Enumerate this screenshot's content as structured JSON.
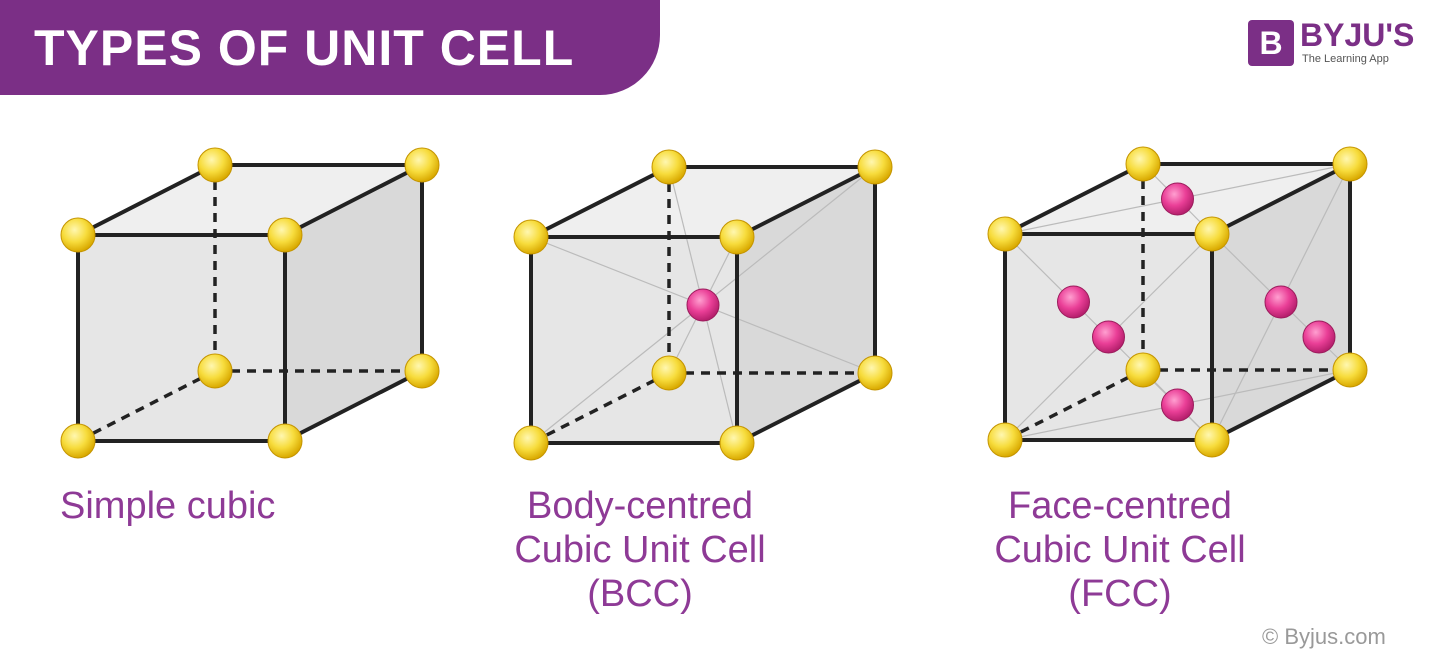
{
  "header": {
    "title": "TYPES OF UNIT CELL"
  },
  "logo": {
    "letter": "B",
    "name": "BYJU'S",
    "tagline": "The Learning App"
  },
  "colors": {
    "banner": "#7b2f86",
    "label": "#8e3a96",
    "corner_atom": "#f7dc3c",
    "center_atom": "#ea3f97",
    "face": "#e6e6e6",
    "edge": "#222222"
  },
  "cells": [
    {
      "type": "simple",
      "label_lines": [
        "Simple cubic"
      ]
    },
    {
      "type": "bcc",
      "label_lines": [
        "Body-centred",
        "Cubic Unit Cell",
        "(BCC)"
      ]
    },
    {
      "type": "fcc",
      "label_lines": [
        "Face-centred",
        "Cubic Unit Cell",
        "(FCC)"
      ]
    }
  ],
  "copyright": "© Byjus.com"
}
